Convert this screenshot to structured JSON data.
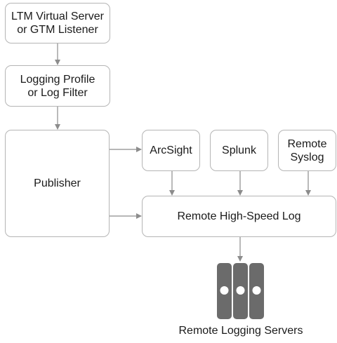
{
  "nodes": {
    "virtual_server": "LTM Virtual Server\nor GTM Listener",
    "logging_profile": "Logging Profile\nor Log Filter",
    "publisher": "Publisher",
    "arcsight": "ArcSight",
    "splunk": "Splunk",
    "remote_syslog": "Remote\nSyslog",
    "remote_hsl": "Remote High-Speed Log"
  },
  "servers_caption": "Remote Logging Servers",
  "colors": {
    "box_border": "#b5b5b5",
    "arrow": "#8c8c8c",
    "server_body": "#6b6b6b",
    "server_light": "#ffffff"
  },
  "icons": [
    "server-rack-icon"
  ]
}
